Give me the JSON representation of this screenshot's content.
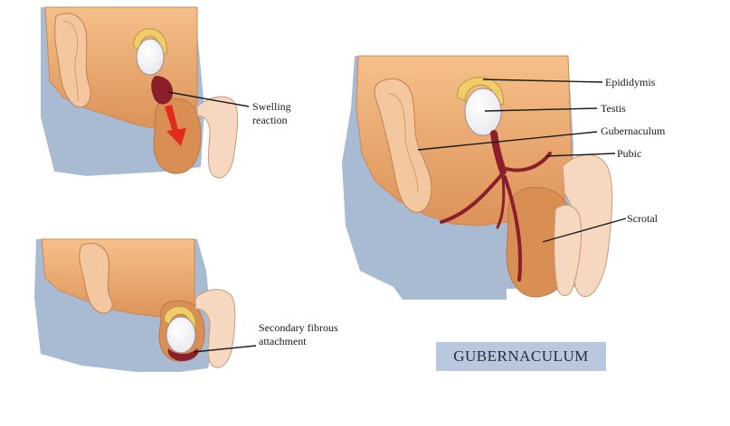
{
  "colors": {
    "background_blue": "#a9bbd3",
    "body_orange": "#df9a62",
    "body_orange_light": "#f3c48f",
    "skin_light": "#f6d8c0",
    "outline": "#b87848",
    "gubernaculum": "#8a1e2b",
    "testis": "#ffffff",
    "epididymis": "#f1cd6a",
    "arrow_red": "#e22a1e",
    "title_box": "#b9c8dc"
  },
  "labels": {
    "swelling": "Swelling\nreaction",
    "secondary": "Secondary fibrous\nattachment",
    "epididymis": "Epididymis",
    "testis": "Testis",
    "gubernaculum": "Gubernaculum",
    "pubic": "Pubic",
    "scrotal": "Scrotal"
  },
  "title": "GUBERNACULUM"
}
